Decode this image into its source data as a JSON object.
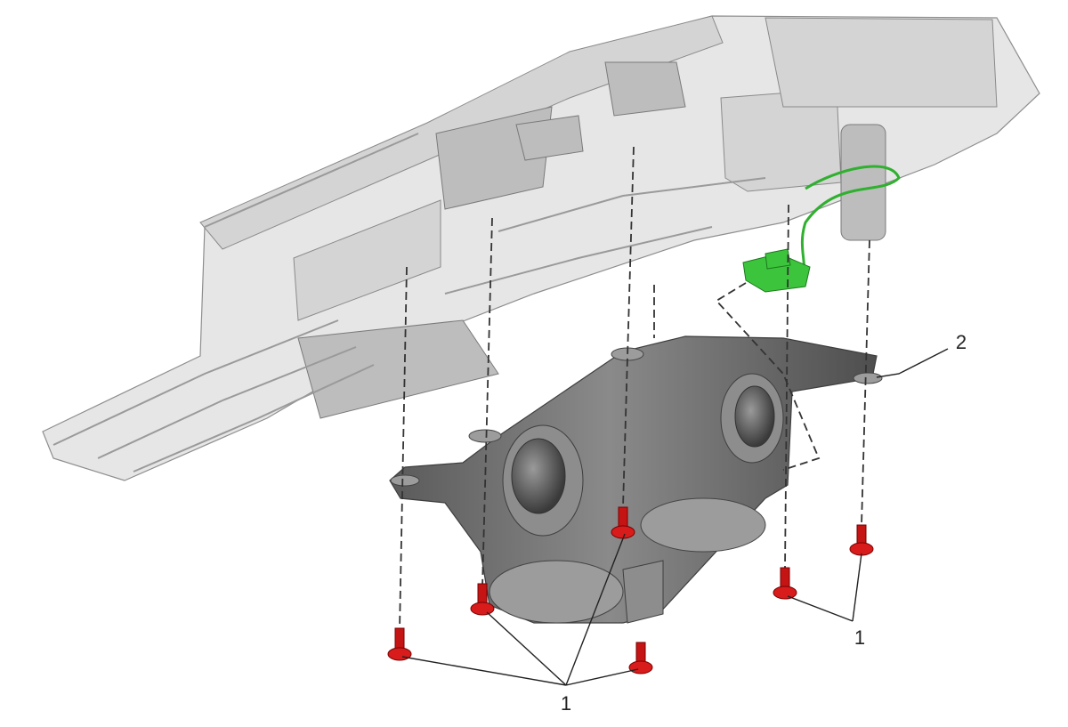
{
  "callouts": {
    "screws_left": "1",
    "screws_right": "1",
    "cup_holder": "2"
  },
  "colors": {
    "fastener": "#d81b1b",
    "connector": "#3cc43c",
    "part_dark": "#6a6a6a",
    "part_light": "#e6e6e6"
  }
}
